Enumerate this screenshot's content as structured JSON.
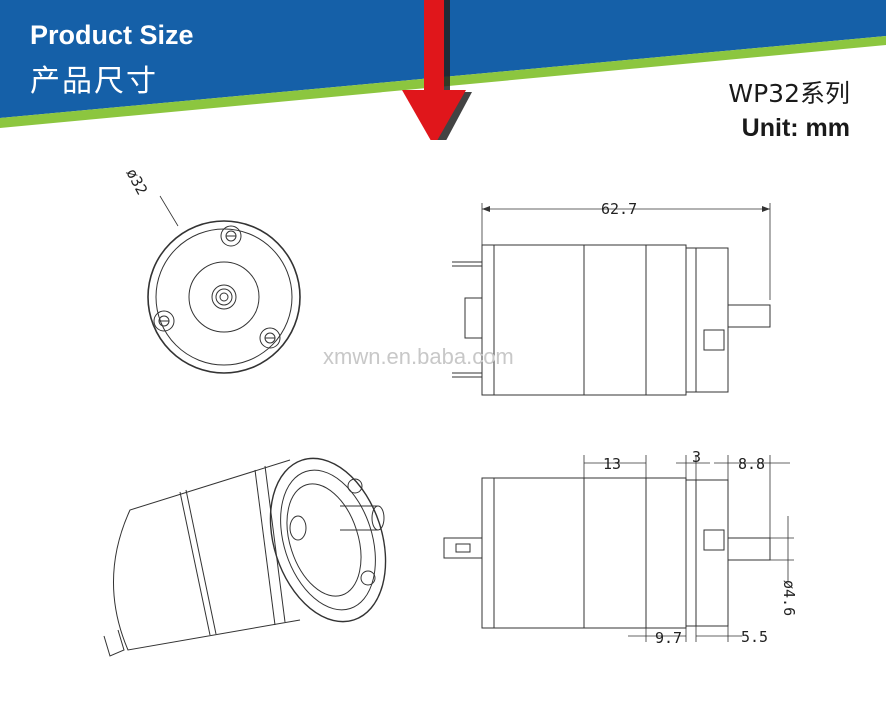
{
  "header": {
    "title_en": "Product Size",
    "title_cn": "产品尺寸",
    "series": "WP32系列",
    "unit": "Unit: mm"
  },
  "colors": {
    "banner_blue": "#1560a8",
    "banner_green": "#8cc63f",
    "arrow_red": "#e0161b"
  },
  "watermark": "xmwn.en.baba.com",
  "dimensions": {
    "diameter": "ø32",
    "overall_length": "62.7",
    "body_segment": "13",
    "flange_gap": "3",
    "shaft_length": "8.8",
    "shaft_diameter": "ø4.6",
    "lower_segment": "9.7",
    "flange_width": "5.5"
  }
}
